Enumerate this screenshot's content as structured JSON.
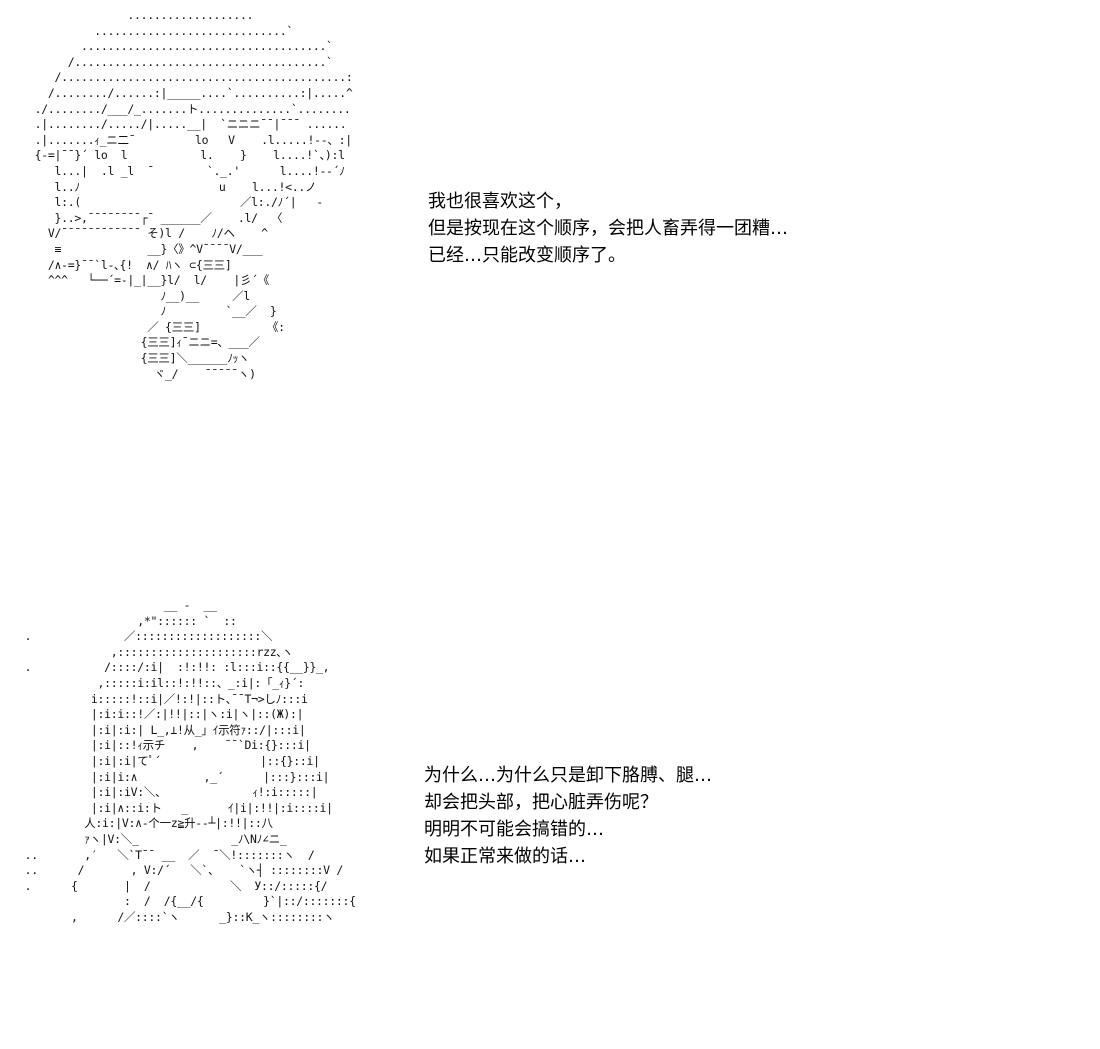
{
  "panels": [
    {
      "art": [
        "               ...................",
        "          .............................`",
        "        .....................................`",
        "      /......................................`",
        "    /...........................................:",
        "   /......../......:|_____....`..........:|.....^",
        " ./......../___/_.......ト..............`........",
        " .|......../...../|.....__|  `ニニニ¯¯|¯¯¯ ......",
        " .|.......ｨ_ニ二¯         lo   V    .l.....!--、:|",
        " {-=|¯¯}´ lo  l           l.    }    l....!`、):l",
        "    l...|  .l _l  ¯        `._.'      l....!--´ﾉ",
        "    l..ﾉ                     u    l...!<..ノ",
        "    l:.(                        ／l:./ﾉ´|   -",
        "    }..>,¯¯¯¯¯¯¯¯┌¯ ______／    .l/  〈",
        "   V/¯¯¯¯¯¯¯¯¯¯¯¯ そ)l /    ﾉ/ヘ    ^",
        "    ≡             __}〈》^V¯¯¯¯V/___",
        "   /∧-=}¯¯`l-､{!  ∧/ ﾊヽ ⊂{三三]",
        "   ^^^   └──´=-|_|__}l/  l/    |彡´《",
        "                    ﾉ__)__     ／l",
        "                    ﾉ         `__／  }",
        "                  ／ {三三]          《:",
        "                 {三三]ｨ¯ニニ=、___／",
        "                 {三三]＼______ﾉｯヽ",
        "                   ヾ_/    ¯¯¯¯¯ヽ)"
      ],
      "dialogue": [
        "我也很喜欢这个，",
        "但是按现在这个顺序，会把人畜弄得一团糟…",
        "已经…只能改变顺序了。"
      ]
    },
    {
      "art": [
        "                      __ -  __",
        "                  ,*\":::::: `  ::",
        " .              ／:::::::::::::::::::＼",
        "              ,:::::::::::::::::::::rzz､ヽ",
        " .           /::::/:i|  :!:!!: :l:::i::{{__}}_,",
        "            ,:::::i:il::!:!!::、_:i|:「_ｨ}´:",
        "           i:::::!::i|／!:!|::ト､¯¯T¬>しﾉ:::i",
        "           |:i:i::!／:|!!|::|ヽ:i|ヽ|::(Ж):|",
        "           |:i|:i:| L_,⊥!从_」ｲ示符ｧ::/|:::i|",
        "           |:i|::!ｨ示チ    ,    ¯¯`Di:{}:::i|",
        "           |:i|:i|てﾟ´               |::{}::i|",
        "           |:i|i:∧          ,_´      |:::}:::i|",
        "           |:i|:iV:＼、             ｨ!:i:::::|",
        "           |:i|∧::i:ト   _      ｲ|i|:!!|:i::::i|",
        "          人:i:|V:∧-个一z≧升--┴|:!!|::八",
        "          ｧヽ|V:＼_              _ﾉ\\Nﾉ∠ニ_",
        " ..       ,′   ＼`T¯¯ __  ／  ¯＼!:::::::ヽ  /",
        " ..      /       , V:/´   ＼`、   `ヽ┤ ::::::::V /",
        " .      {       |  /            ＼  У::/:::::{/",
        "                :  /  /{__/{         }`|::/:::::::{",
        "        ,      /／::::`ヽ      _}::K_ヽ::::::::ヽ"
      ],
      "dialogue": [
        "为什么…为什么只是卸下胳膊、腿…",
        "却会把头部，把心脏弄伤呢？",
        "明明不可能会搞错的…",
        "如果正常来做的话…"
      ]
    }
  ]
}
